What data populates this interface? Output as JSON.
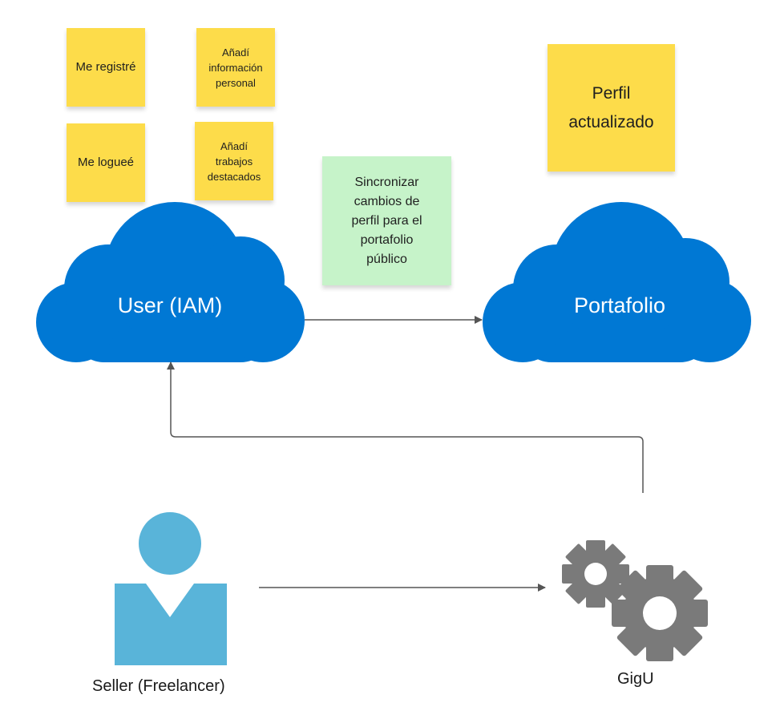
{
  "notes": {
    "registre": "Me registré",
    "info_personal": "Añadí\ninformación\npersonal",
    "logueo": "Me logueé",
    "trabajos": "Añadí\ntrabajos\ndestacados",
    "perfil_actualizado": "Perfil\nactualizado",
    "sincronizar": "Sincronizar\ncambios de\nperfil para el\nportafolio\npúblico"
  },
  "nodes": {
    "user_iam": "User (IAM)",
    "portafolio": "Portafolio",
    "seller": "Seller (Freelancer)",
    "gigu": "GigU"
  },
  "colors": {
    "cloud": "#0078d4",
    "person": "#59b4d9",
    "gear": "#7a7a7a",
    "sticky_yellow": "#fddc4a",
    "sticky_green": "#c6f3c9",
    "arrow": "#555555"
  },
  "edges": [
    {
      "from": "User (IAM)",
      "to": "Portafolio"
    },
    {
      "from": "Seller (Freelancer)",
      "to": "GigU"
    },
    {
      "from": "GigU",
      "to": "User (IAM)"
    }
  ]
}
